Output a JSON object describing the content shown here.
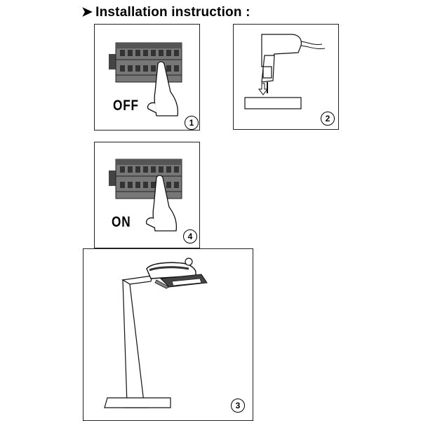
{
  "header": {
    "title": "Installation instruction :"
  },
  "steps": [
    {
      "number": "1",
      "state": "OFF"
    },
    {
      "number": "2"
    },
    {
      "number": "3"
    },
    {
      "number": "4",
      "state": "ON"
    }
  ],
  "icons": [
    "arrow-bullet-icon",
    "breaker-panel-icon",
    "hand-icon",
    "drill-icon",
    "down-arrow-icon",
    "street-lamp-icon"
  ]
}
